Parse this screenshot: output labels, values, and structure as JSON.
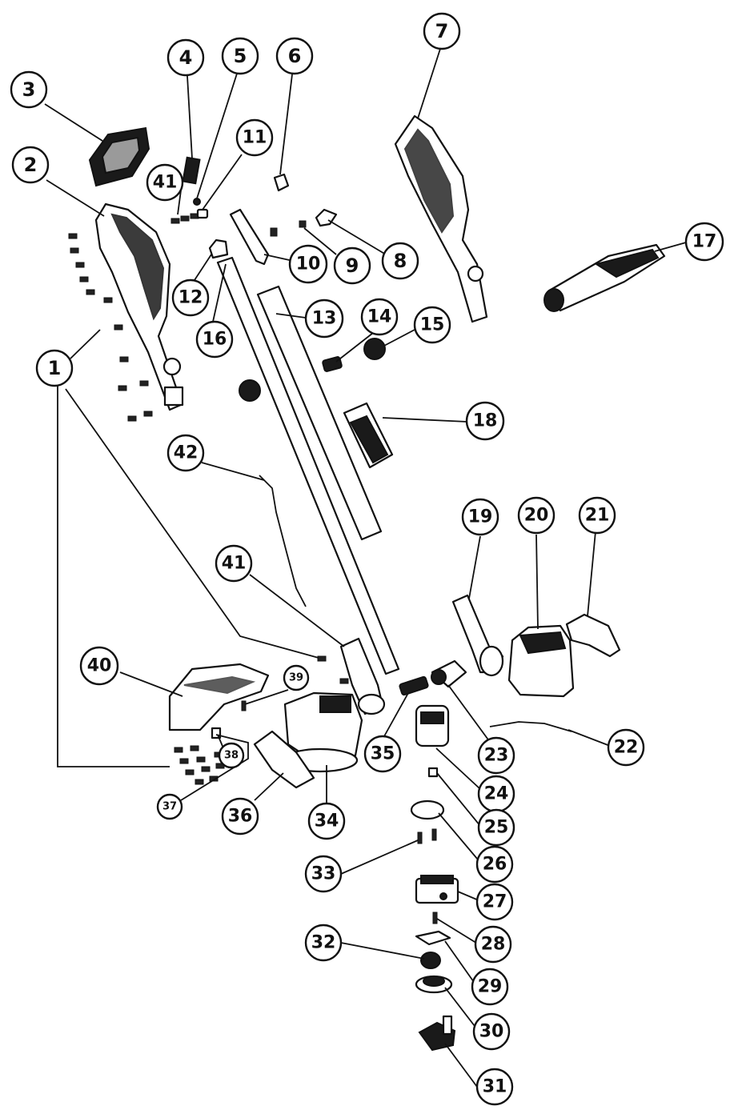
{
  "callouts": [
    {
      "id": "c1",
      "label": "1"
    },
    {
      "id": "c2",
      "label": "2"
    },
    {
      "id": "c3",
      "label": "3"
    },
    {
      "id": "c4",
      "label": "4"
    },
    {
      "id": "c5",
      "label": "5"
    },
    {
      "id": "c6",
      "label": "6"
    },
    {
      "id": "c7",
      "label": "7"
    },
    {
      "id": "c8",
      "label": "8"
    },
    {
      "id": "c9",
      "label": "9"
    },
    {
      "id": "c10",
      "label": "10"
    },
    {
      "id": "c11",
      "label": "11"
    },
    {
      "id": "c12",
      "label": "12"
    },
    {
      "id": "c13",
      "label": "13"
    },
    {
      "id": "c14",
      "label": "14"
    },
    {
      "id": "c15",
      "label": "15"
    },
    {
      "id": "c16",
      "label": "16"
    },
    {
      "id": "c17",
      "label": "17"
    },
    {
      "id": "c18",
      "label": "18"
    },
    {
      "id": "c19",
      "label": "19"
    },
    {
      "id": "c20",
      "label": "20"
    },
    {
      "id": "c21",
      "label": "21"
    },
    {
      "id": "c22",
      "label": "22"
    },
    {
      "id": "c23",
      "label": "23"
    },
    {
      "id": "c24",
      "label": "24"
    },
    {
      "id": "c25",
      "label": "25"
    },
    {
      "id": "c26",
      "label": "26"
    },
    {
      "id": "c27",
      "label": "27"
    },
    {
      "id": "c28",
      "label": "28"
    },
    {
      "id": "c29",
      "label": "29"
    },
    {
      "id": "c30",
      "label": "30"
    },
    {
      "id": "c31",
      "label": "31"
    },
    {
      "id": "c32",
      "label": "32"
    },
    {
      "id": "c33",
      "label": "33"
    },
    {
      "id": "c34",
      "label": "34"
    },
    {
      "id": "c35",
      "label": "35"
    },
    {
      "id": "c36",
      "label": "36"
    },
    {
      "id": "c37",
      "label": "37"
    },
    {
      "id": "c38",
      "label": "38"
    },
    {
      "id": "c39",
      "label": "39"
    },
    {
      "id": "c40",
      "label": "40"
    },
    {
      "id": "c41a",
      "label": "41"
    },
    {
      "id": "c41b",
      "label": "41"
    },
    {
      "id": "c42",
      "label": "42"
    }
  ]
}
